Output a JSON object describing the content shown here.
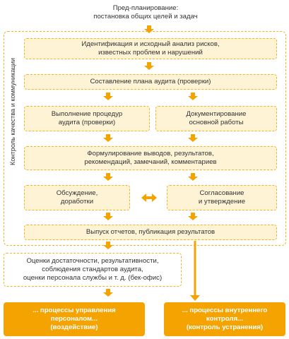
{
  "top": "Пред-планирование:\nпостановка общих целей и задач",
  "side_label": "Контроль качества и коммуникации",
  "steps": {
    "identify": "Идентификация и исходный анализ рисков,\nизвестных проблем и нарушений",
    "plan": "Составление плана аудита (проверки)",
    "execute": "Выполнение процедур\nаудита (проверки)",
    "document": "Документирование\nосновной работы",
    "formulate": "Формулирование выводов, результатов,\nрекомендаций, замечаний, комментариев",
    "discuss": "Обсуждение,\nдоработки",
    "approve": "Согласование\nи утверждение",
    "issue": "Выпуск отчетов, публикация результатов"
  },
  "evaluation": "Оценки достаточности, результативности,\nсоблюдения стандартов аудита,\nоценки персонала службы и т. д. (бек-офис)",
  "outputs": {
    "left": "... процессы управления\nперсоналом...\n(воздействие)",
    "right": "... процессы внутреннего\nконтроля...\n(контроль устранения)"
  },
  "colors": {
    "accent": "#f5a300",
    "box_fill": "#fff3d6",
    "border": "#f0b429"
  }
}
